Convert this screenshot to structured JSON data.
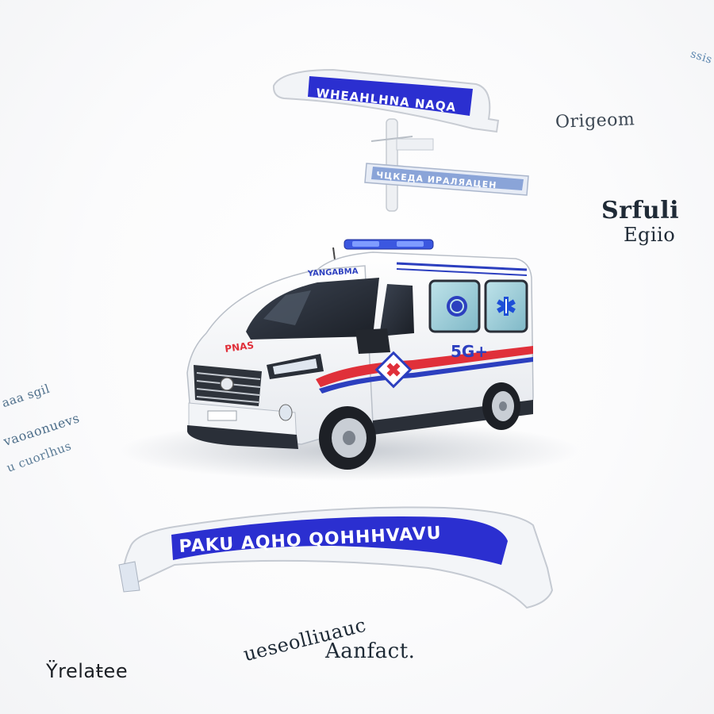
{
  "scene": {
    "description_free": true,
    "colors": {
      "banner_blue": "#2b2fd0",
      "van_white": "#f7f8fa",
      "stripe_red": "#e0303a",
      "stripe_blue": "#2c3fbf",
      "window_dark": "#2a2f38",
      "light_bar": "#3b57e0"
    },
    "icons": [
      "star-of-life-icon",
      "red-cross-diamond-icon",
      "emblem-icon",
      "brand-logo-icon"
    ]
  },
  "banners": {
    "top_text": "WHEAHLHNA NAQA",
    "bottom_text": "PAKU AQHO QOHHHVAVU",
    "strip_text": "ЧЦКЕДА ИРАЛЯАЦЕН"
  },
  "van": {
    "model_text": "YANGABMA",
    "side_label": "5G+",
    "hood_text": "PNAS"
  },
  "floating": {
    "origin": "Origeom",
    "right_1": "Srfuli",
    "right_2": "Egiio",
    "bottom_left": "Ÿrelaŧee",
    "bottom_center_1": "ueseolliuauc",
    "bottom_center_2": "Aanfact.",
    "left_1": "aaa sgil",
    "left_2": "vaoaonuevs",
    "left_3": "u cuorlhus",
    "top_right": "ssis"
  }
}
